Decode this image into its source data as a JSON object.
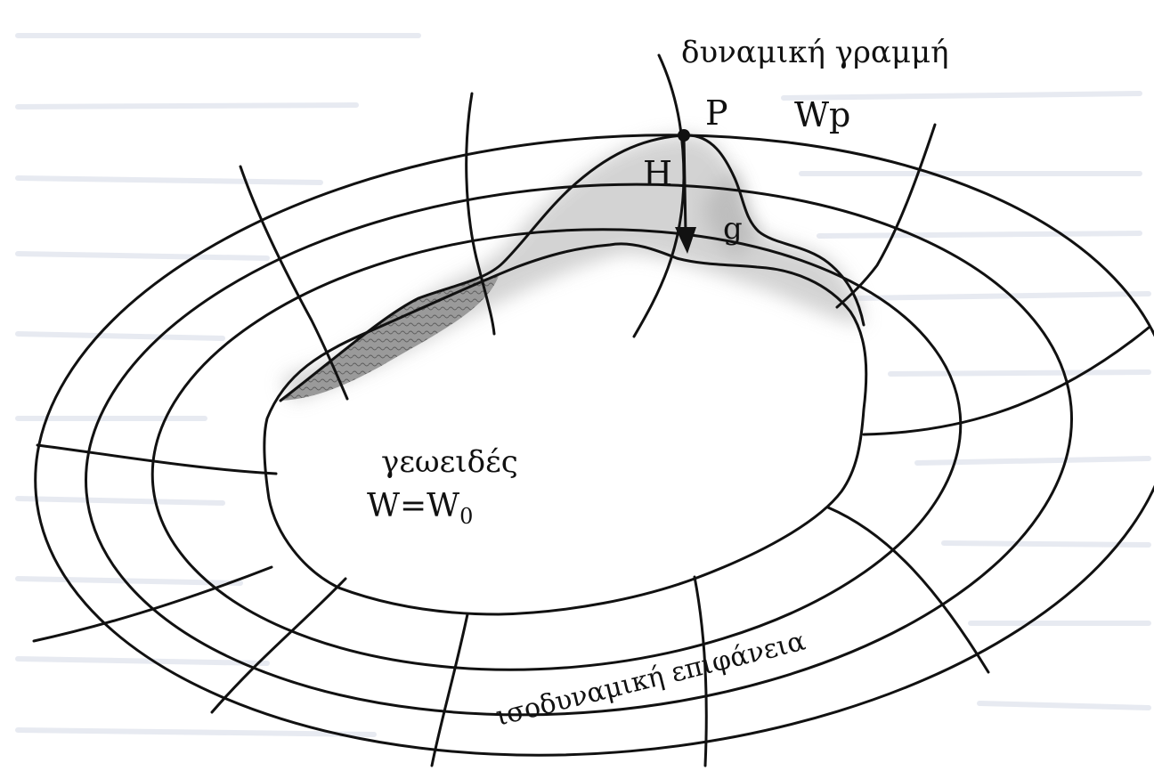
{
  "labels": {
    "field_line": "δυναμική γραμμή",
    "point": "P",
    "potential_at_point": "Wp",
    "height": "H",
    "gravity": "g",
    "geoid_name": "γεωειδές",
    "geoid_equation_main": "W=W",
    "geoid_equation_subscript": "0",
    "equipotential_surface": "ισοδυναμική επιφάνεια"
  },
  "colors": {
    "ink": "#111111",
    "background": "#ffffff",
    "page_bleed_text": "#d4d9e6",
    "shading_light": "#c9c9c9",
    "shading_dark": "#8a8a8a"
  }
}
